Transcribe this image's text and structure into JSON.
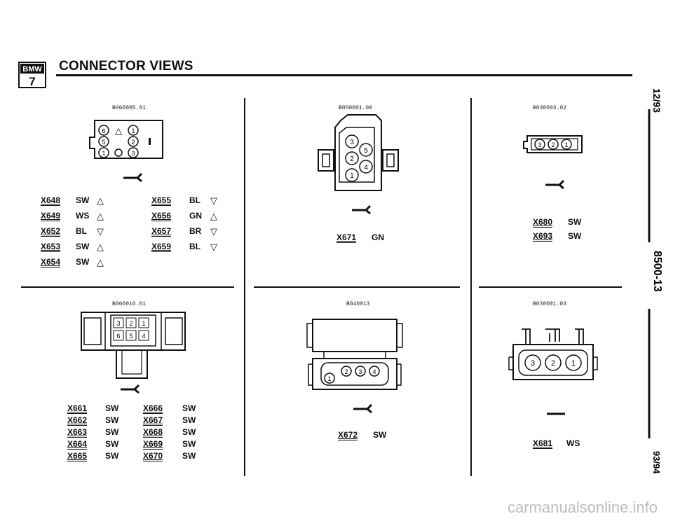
{
  "page": {
    "title": "CONNECTOR VIEWS",
    "logo_text_top": "BMW",
    "logo_text_bottom": "7",
    "side_top": "12/93",
    "side_mid": "8500-13",
    "side_bottom": "93/94",
    "watermark": "carmanualsonline.info"
  },
  "panels": [
    {
      "code": "B060005.01",
      "pins": [
        "6",
        "1",
        "5",
        "2",
        "1",
        "3"
      ],
      "rows_left": [
        {
          "id": "X648",
          "color": "SW",
          "dir": "up"
        },
        {
          "id": "X649",
          "color": "WS",
          "dir": "up"
        },
        {
          "id": "X652",
          "color": "BL",
          "dir": "down"
        },
        {
          "id": "X653",
          "color": "SW",
          "dir": "up"
        },
        {
          "id": "X654",
          "color": "SW",
          "dir": "up"
        }
      ],
      "rows_right": [
        {
          "id": "X655",
          "color": "BL",
          "dir": "down"
        },
        {
          "id": "X656",
          "color": "GN",
          "dir": "up"
        },
        {
          "id": "X657",
          "color": "BR",
          "dir": "down"
        },
        {
          "id": "X659",
          "color": "BL",
          "dir": "down"
        }
      ]
    },
    {
      "code": "B050001.00",
      "pins": [
        "3",
        "5",
        "2",
        "4",
        "1"
      ],
      "rows": [
        {
          "id": "X671",
          "color": "GN"
        }
      ]
    },
    {
      "code": "B030003.02",
      "pins": [
        "3",
        "2",
        "1"
      ],
      "rows": [
        {
          "id": "X680",
          "color": "SW"
        },
        {
          "id": "X693",
          "color": "SW"
        }
      ]
    },
    {
      "code": "B060010.01",
      "pins": [
        "3",
        "2",
        "1",
        "6",
        "5",
        "4"
      ],
      "rows_left": [
        {
          "id": "X661",
          "color": "SW"
        },
        {
          "id": "X662",
          "color": "SW"
        },
        {
          "id": "X663",
          "color": "SW"
        },
        {
          "id": "X664",
          "color": "SW"
        },
        {
          "id": "X665",
          "color": "SW"
        }
      ],
      "rows_right": [
        {
          "id": "X666",
          "color": "SW"
        },
        {
          "id": "X667",
          "color": "SW"
        },
        {
          "id": "X668",
          "color": "SW"
        },
        {
          "id": "X669",
          "color": "SW"
        },
        {
          "id": "X670",
          "color": "SW"
        }
      ]
    },
    {
      "code": "B040013",
      "pins": [
        "2",
        "3",
        "4",
        "1"
      ],
      "rows": [
        {
          "id": "X672",
          "color": "SW"
        }
      ]
    },
    {
      "code": "B030001.03",
      "pins": [
        "3",
        "2",
        "1"
      ],
      "rows": [
        {
          "id": "X681",
          "color": "WS"
        }
      ]
    }
  ],
  "symbols": {
    "up": "△",
    "down": "▽"
  }
}
